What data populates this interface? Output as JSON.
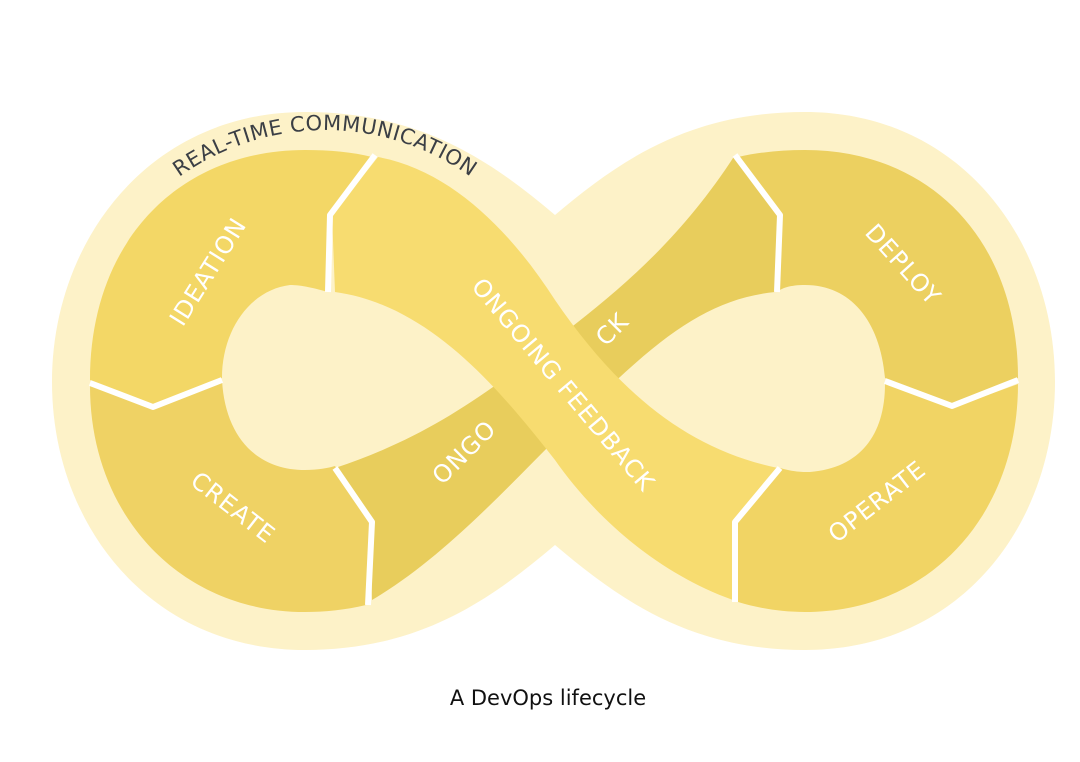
{
  "diagram": {
    "caption": "A DevOps lifecycle",
    "arc_label": "REAL-TIME COMMUNICATION",
    "segments": {
      "ideation": "IDEATION",
      "create": "CREATE",
      "deploy": "DEPLOY",
      "operate": "OPERATE",
      "feedback_front": "ONGOING FEEDBACK",
      "feedback_back_lower": "ONGO",
      "feedback_back_upper": "CK"
    },
    "colors": {
      "halo": "#fdf2c8",
      "segment_light": "#f6dc70",
      "segment_mid": "#f1d464",
      "segment_dark": "#e8cd5c",
      "divider": "#ffffff",
      "arc_text": "#3b3f45"
    }
  }
}
